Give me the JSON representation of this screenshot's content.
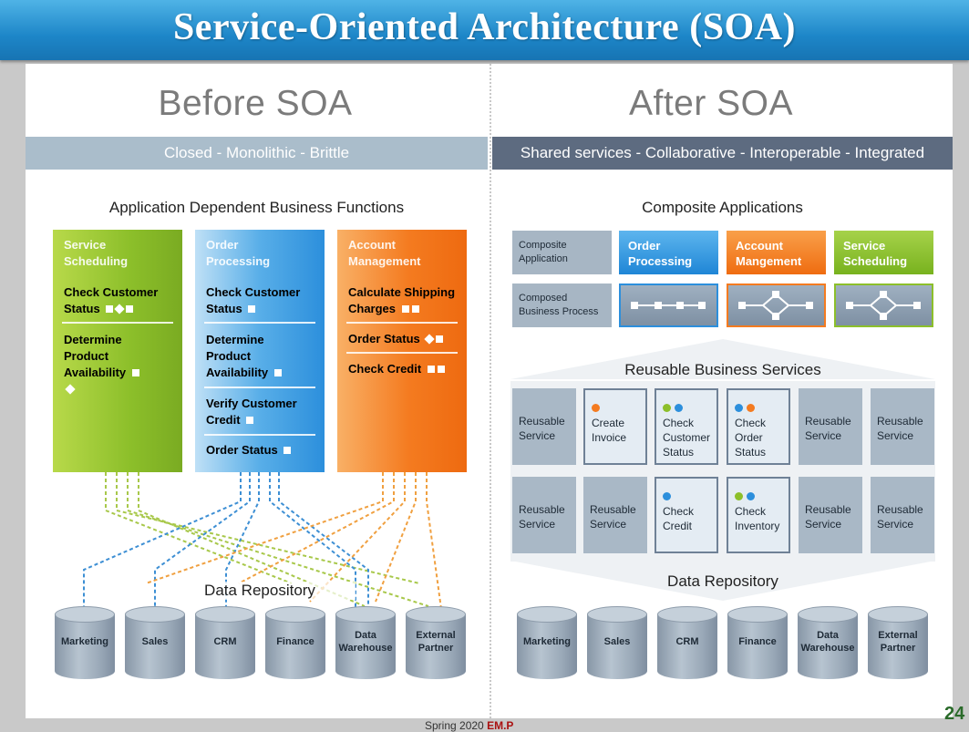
{
  "title": "Service-Oriented Architecture (SOA)",
  "before": {
    "heading": "Before SOA",
    "tagline": "Closed - Monolithic - Brittle",
    "section": "Application Dependent Business Functions",
    "columns": [
      {
        "name": "Service Scheduling",
        "items": [
          "Check Customer Status",
          "Determine Product Availability"
        ]
      },
      {
        "name": "Order Processing",
        "items": [
          "Check Customer Status",
          "Determine Product Availability",
          "Verify Customer Credit",
          "Order Status"
        ]
      },
      {
        "name": "Account Management",
        "items": [
          "Calculate Shipping Charges",
          "Order Status",
          "Check Credit"
        ]
      }
    ],
    "repository_label": "Data Repository",
    "repositories": [
      "Marketing",
      "Sales",
      "CRM",
      "Finance",
      "Data Warehouse",
      "External Partner"
    ]
  },
  "after": {
    "heading": "After SOA",
    "tagline": "Shared services - Collaborative - Interoperable - Integrated",
    "section": "Composite Applications",
    "composite_label": "Composite Application",
    "process_label": "Composed Business Process",
    "apps": [
      "Order Processing",
      "Account Mangement",
      "Service Scheduling"
    ],
    "services_label": "Reusable Business Services",
    "services_row1": [
      "Reusable Service",
      "Create Invoice",
      "Check Customer Status",
      "Check Order Status",
      "Reusable Service",
      "Reusable Service"
    ],
    "services_row2": [
      "Reusable Service",
      "Reusable Service",
      "Check Credit",
      "Check Inventory",
      "Reusable Service",
      "Reusable Service"
    ],
    "repository_label": "Data Repository",
    "repositories": [
      "Marketing",
      "Sales",
      "CRM",
      "Finance",
      "Data Warehouse",
      "External Partner"
    ]
  },
  "colors": {
    "green": "#8cbf2a",
    "blue": "#2c8fdc",
    "orange": "#f47b20",
    "strip_left": "#aabdcb",
    "strip_right": "#5d6b80"
  },
  "footer": "Spring 2020",
  "footer_brand": "EM.P",
  "page_number": "24"
}
